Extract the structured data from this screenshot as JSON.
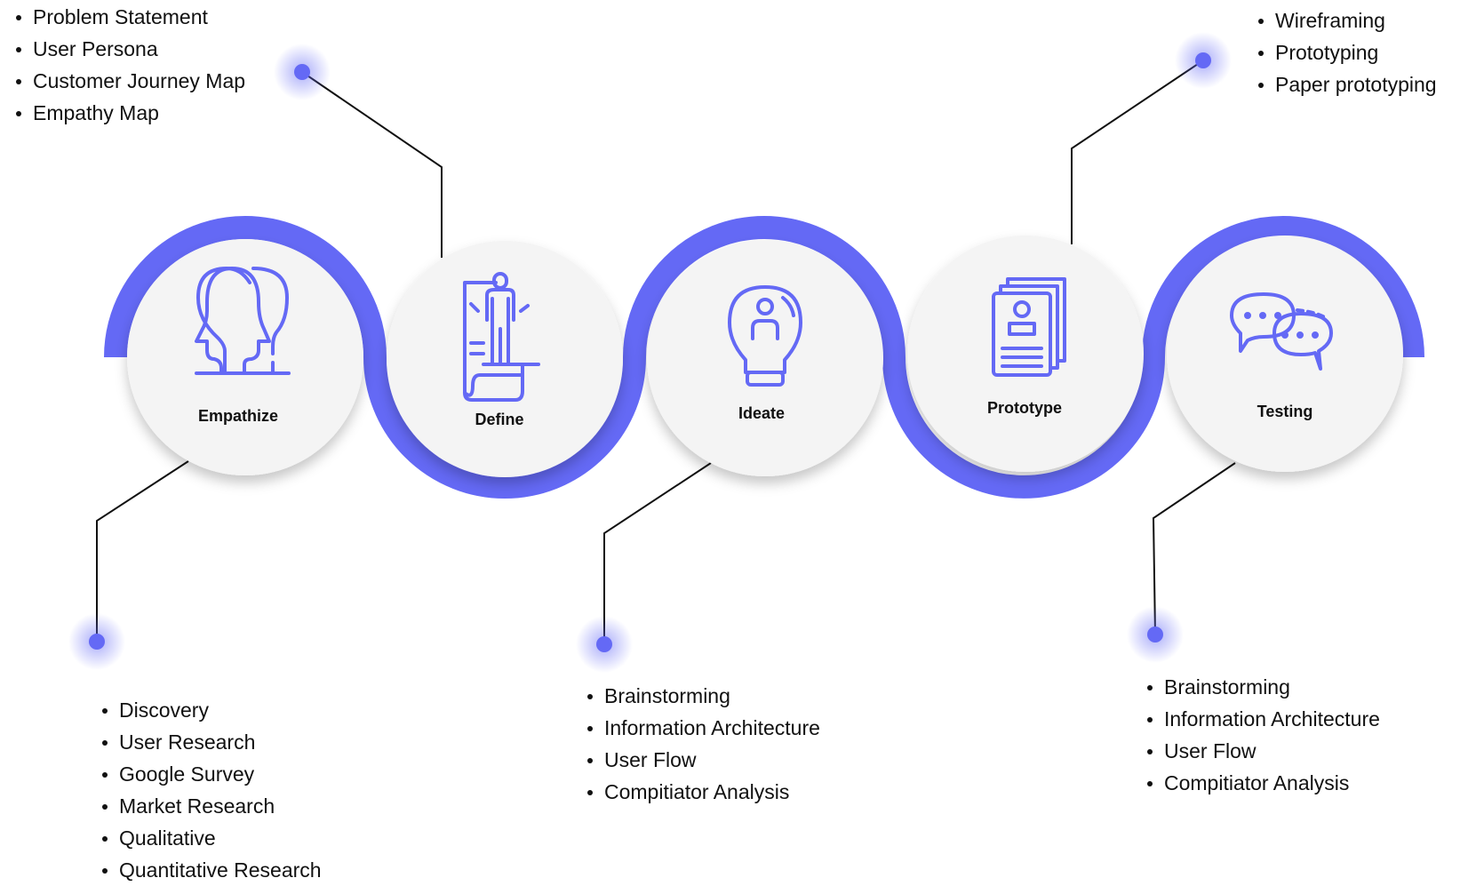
{
  "colors": {
    "accent": "#6469F5",
    "circle": "#F4F4F4",
    "line": "#111111"
  },
  "stages": [
    {
      "label": "Empathize",
      "icon": "two-heads-icon"
    },
    {
      "label": "Define",
      "icon": "person-on-document-icon"
    },
    {
      "label": "Ideate",
      "icon": "lightbulb-person-icon"
    },
    {
      "label": "Prototype",
      "icon": "profile-cards-icon"
    },
    {
      "label": "Testing",
      "icon": "chat-bubbles-icon"
    }
  ],
  "lists": {
    "define": [
      "Problem Statement",
      "User Persona",
      "Customer Journey Map",
      "Empathy Map"
    ],
    "empathize": [
      "Discovery",
      "User Research",
      "Google Survey",
      "Market Research",
      "Qualitative",
      "Quantitative Research"
    ],
    "ideate": [
      "Brainstorming",
      "Information Architecture",
      "User Flow",
      "Compitiator Analysis"
    ],
    "testing": [
      "Brainstorming",
      "Information Architecture",
      "User Flow",
      "Compitiator Analysis"
    ],
    "prototype": [
      "Wireframing",
      "Prototyping",
      "Paper prototyping"
    ]
  }
}
